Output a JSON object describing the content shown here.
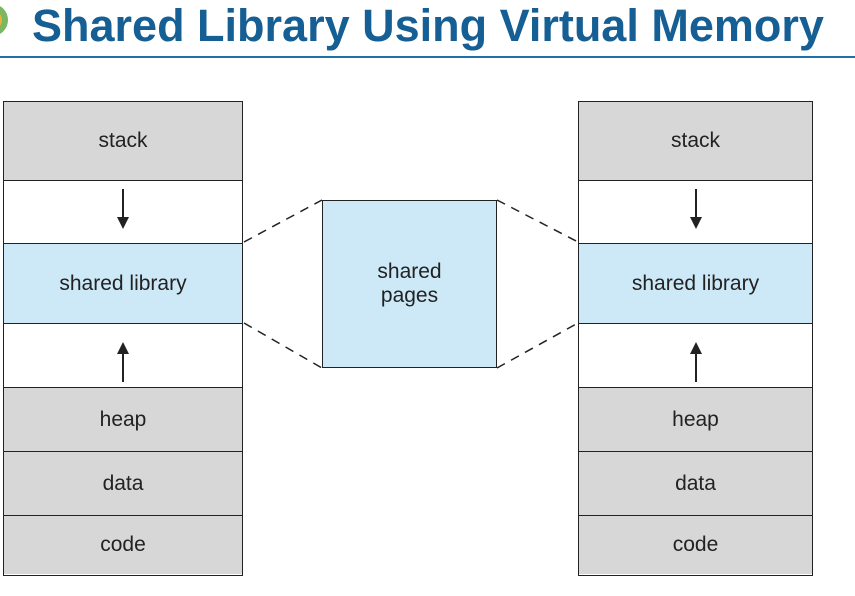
{
  "title": "Shared Library Using Virtual Memory",
  "left_process": {
    "segments": [
      "stack",
      "",
      "shared library",
      "",
      "heap",
      "data",
      "code"
    ]
  },
  "shared_pages": {
    "line1": "shared",
    "line2": "pages"
  },
  "right_process": {
    "segments": [
      "stack",
      "",
      "shared library",
      "",
      "heap",
      "data",
      "code"
    ]
  },
  "icons": [
    "logo-icon",
    "arrow-down-icon",
    "arrow-up-icon"
  ],
  "colors": {
    "title": "#155f94",
    "gray_segment": "#d7d7d7",
    "shared": "#cde9f7"
  }
}
